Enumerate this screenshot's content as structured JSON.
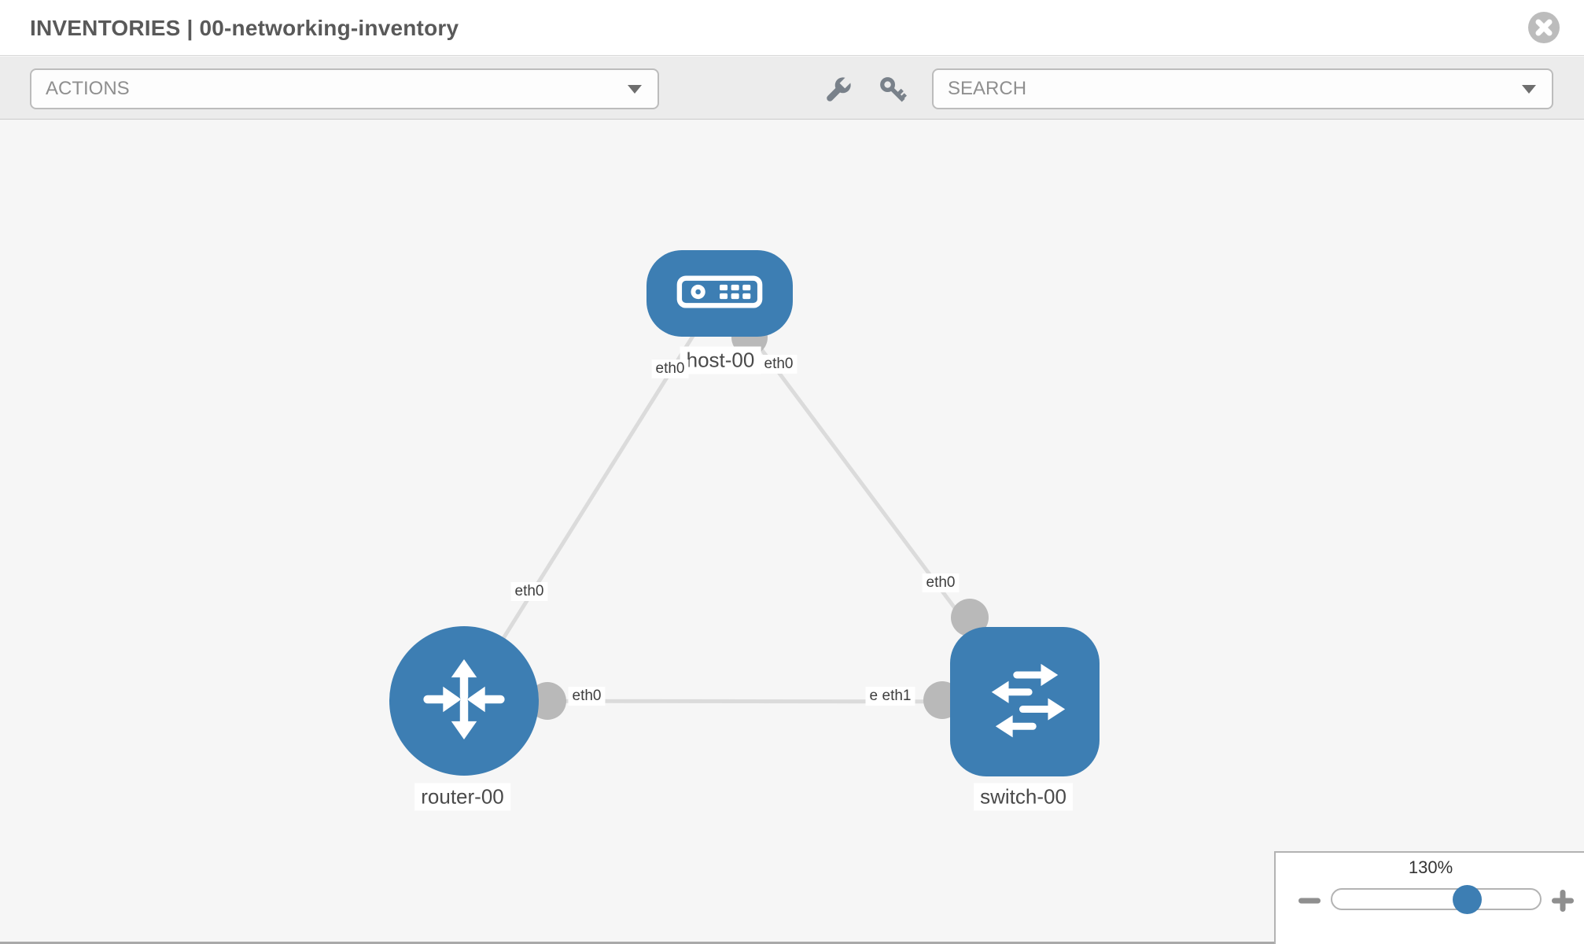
{
  "header": {
    "title": "INVENTORIES | 00-networking-inventory",
    "close_icon": "circle-x"
  },
  "toolbar": {
    "actions_label": "ACTIONS",
    "search_label": "SEARCH",
    "icons": [
      "wrench",
      "key"
    ]
  },
  "topology": {
    "nodes": [
      {
        "label": "host-00",
        "type": "host"
      },
      {
        "label": "router-00",
        "type": "router"
      },
      {
        "label": "switch-00",
        "type": "switch"
      }
    ],
    "links": [
      {
        "from": "host-00",
        "from_iface": "eth0",
        "to": "router-00",
        "to_iface": "eth0"
      },
      {
        "from": "host-00",
        "from_iface": "eth0",
        "to": "switch-00",
        "to_iface": "eth0"
      },
      {
        "from": "router-00",
        "from_iface": "eth0",
        "to": "switch-00",
        "to_iface": "eth1"
      }
    ],
    "overlapped_label_back": "eth0"
  },
  "zoom_control": {
    "level": "130%"
  },
  "colors": {
    "node_fill": "#3d7eb3",
    "link": "#dbdbdb",
    "connector_dot": "#b9b9b9",
    "accent": "#3d7eb3"
  }
}
